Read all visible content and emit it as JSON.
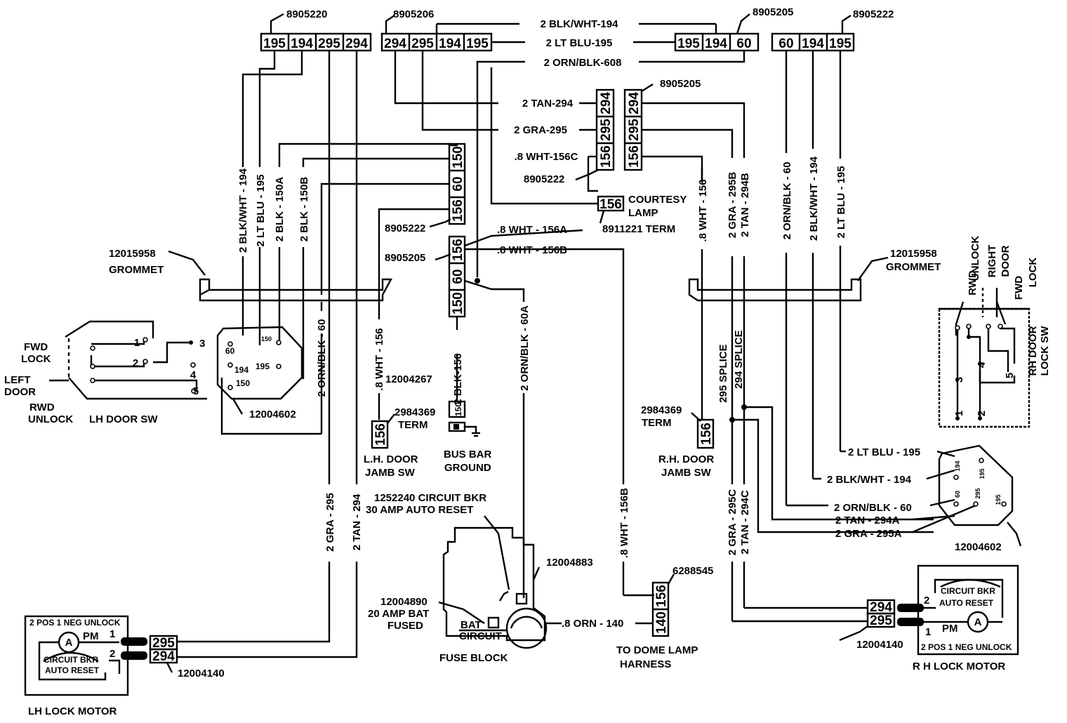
{
  "top_connectors": {
    "left": {
      "part": "8905220",
      "pins": [
        "195",
        "194",
        "295",
        "294"
      ]
    },
    "center": {
      "part": "8905206",
      "pins": [
        "294",
        "295",
        "194",
        "195"
      ]
    },
    "mid": {
      "part": "8905205",
      "pins": [
        "195",
        "194",
        "60"
      ]
    },
    "right": {
      "part": "8905222",
      "pins": [
        "60",
        "194",
        "195"
      ]
    }
  },
  "top_wires": [
    "2 BLK/WHT-194",
    "2 LT BLU-195",
    "2 ORN/BLK-608"
  ],
  "center_wires": [
    "2 TAN-294",
    "2 GRA-295",
    ".8 WHT-156C"
  ],
  "center_connectors": {
    "left_part": "8905222",
    "left_pins": [
      "294",
      "295",
      "156"
    ],
    "right_part": "8905205",
    "right_pins": [
      "294",
      "295",
      "156"
    ]
  },
  "courtesy_lamp": {
    "pin": "156",
    "label1": "COURTESY",
    "label2": "LAMP",
    "term": "8911221 TERM"
  },
  "left_vertical_wires": [
    "2 BLK/WHT - 194",
    "2 LT BLU - 195",
    "2 BLK - 150A",
    "2 BLK - 150B",
    "2 ORN/BLK - 60",
    ".8 WHT - 156",
    "2 GRA - 295",
    "2 TAN - 294"
  ],
  "left_stack": {
    "upper_part": "8905222",
    "upper_pins": [
      "150",
      "60",
      "156"
    ],
    "lower_part": "8905205",
    "lower_pins": [
      "156",
      "60",
      "150"
    ],
    "wire_a": ".8 WHT - 156A",
    "wire_b": ".8 WHT - 156B"
  },
  "grommet": {
    "part": "12015958",
    "label": "GROMMET"
  },
  "lh_door_sw": {
    "title": "LH DOOR SW",
    "fwd": [
      "FWD",
      "LOCK"
    ],
    "left": [
      "LEFT",
      "DOOR"
    ],
    "rwd": [
      "RWD",
      "UNLOCK"
    ],
    "pins": [
      "1",
      "2",
      "3",
      "4",
      "5"
    ],
    "plug_part": "12004602",
    "plug_pins": [
      "60",
      "150",
      "194",
      "195",
      "150"
    ]
  },
  "jamb_left": {
    "part": "2984369",
    "label": "TERM",
    "pin": "156",
    "name1": "L.H. DOOR",
    "name2": "JAMB SW"
  },
  "bus_bar": {
    "part": "12004267",
    "wire": "2 BLK-150",
    "pin": "150",
    "name1": "BUS BAR",
    "name2": "GROUND"
  },
  "center_lower_wires": [
    "2 ORN/BLK - 60A",
    ".8 WHT - 156B"
  ],
  "circuit_bkr": {
    "line1": "1252240 CIRCUIT BKR",
    "line2": "30 AMP AUTO RESET"
  },
  "fuse_block": {
    "title": "FUSE BLOCK",
    "part_a": "12004883",
    "part_b": "12004890",
    "bat_line1": "20 AMP BAT",
    "bat_line2": "FUSED",
    "bat": "BAT",
    "circuit": "CIRCUIT",
    "out_wire": ".8 ORN - 140"
  },
  "dome": {
    "part": "6288545",
    "pins": [
      "156",
      "140"
    ],
    "line1": "TO DOME LAMP",
    "line2": "HARNESS"
  },
  "lh_motor": {
    "title": "LH LOCK MOTOR",
    "header": "2 POS 1 NEG UNLOCK",
    "pm": "PM",
    "a": "A",
    "bkr1": "CIRCUIT BKR",
    "bkr2": "AUTO RESET",
    "pins": [
      "1",
      "2"
    ],
    "conn_part": "12004140",
    "conn_pins": [
      "295",
      "294"
    ]
  },
  "right_vertical_wires": [
    ".8 WHT - 156",
    "2 GRA - 295B",
    "2 TAN - 294B",
    "2 ORN/BLK - 60",
    "2 BLK/WHT - 194",
    "2 LT BLU - 195"
  ],
  "splices": [
    "295 SPLICE",
    "294 SPLICE"
  ],
  "jamb_right": {
    "part": "2984369",
    "label": "TERM",
    "pin": "156",
    "name1": "R.H. DOOR",
    "name2": "JAMB SW"
  },
  "rh_door_sw": {
    "title": [
      "RH DOOR",
      "LOCK SW"
    ],
    "labels": [
      "RWD",
      "UNLOCK",
      "RIGHT",
      "DOOR",
      "FWD",
      "LOCK"
    ],
    "pins": [
      "1",
      "2",
      "3",
      "4",
      "5"
    ]
  },
  "rh_plug": {
    "part": "12004602",
    "pins": [
      "194",
      "195",
      "60",
      "295",
      "195"
    ]
  },
  "rh_wires": [
    "2 LT BLU - 195",
    "2 BLK/WHT - 194",
    "2 ORN/BLK - 60",
    "2 TAN - 294A",
    "2 GRA - 295A"
  ],
  "rh_lower_wires": [
    "2 GRA - 295C",
    "2 TAN - 294C"
  ],
  "rh_motor": {
    "title": "R H  LOCK MOTOR",
    "header": "2 POS 1 NEG UNLOCK",
    "pm": "PM",
    "a": "A",
    "bkr1": "CIRCUIT BKR",
    "bkr2": "AUTO RESET",
    "pins": [
      "2",
      "1"
    ],
    "conn_part": "12004140",
    "conn_pins": [
      "294",
      "295"
    ]
  }
}
